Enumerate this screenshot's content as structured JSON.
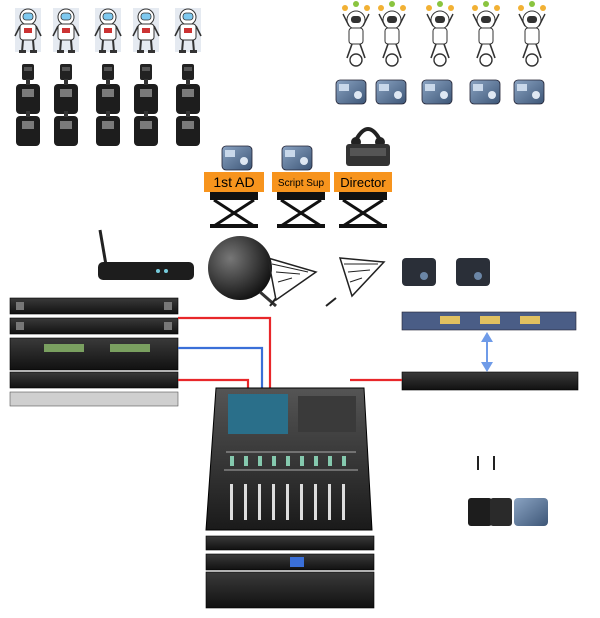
{
  "chairs": [
    {
      "label": "1st AD"
    },
    {
      "label": "Script Sup"
    },
    {
      "label": "Director"
    }
  ],
  "colors": {
    "chair_label_bg": "#f7941d",
    "line_red": "#e8272a",
    "line_blue": "#3a6fd8",
    "arrow_blue": "#6f9be8",
    "astronaut_bg": "#b8b8b8",
    "rack_gear": "#1b1b1b",
    "ui_screen": "#2a6f8a"
  },
  "devices": {
    "mixer_icon": "digital-mixing-console",
    "dome_icon": "dome-antenna",
    "paddle_icon": "paddle-antenna",
    "receiver_icon": "portable-receiver",
    "transmitter_icon": "bodypack-transmitter",
    "wifi_icon": "wireless-router",
    "headset_icon": "headset-icon"
  }
}
